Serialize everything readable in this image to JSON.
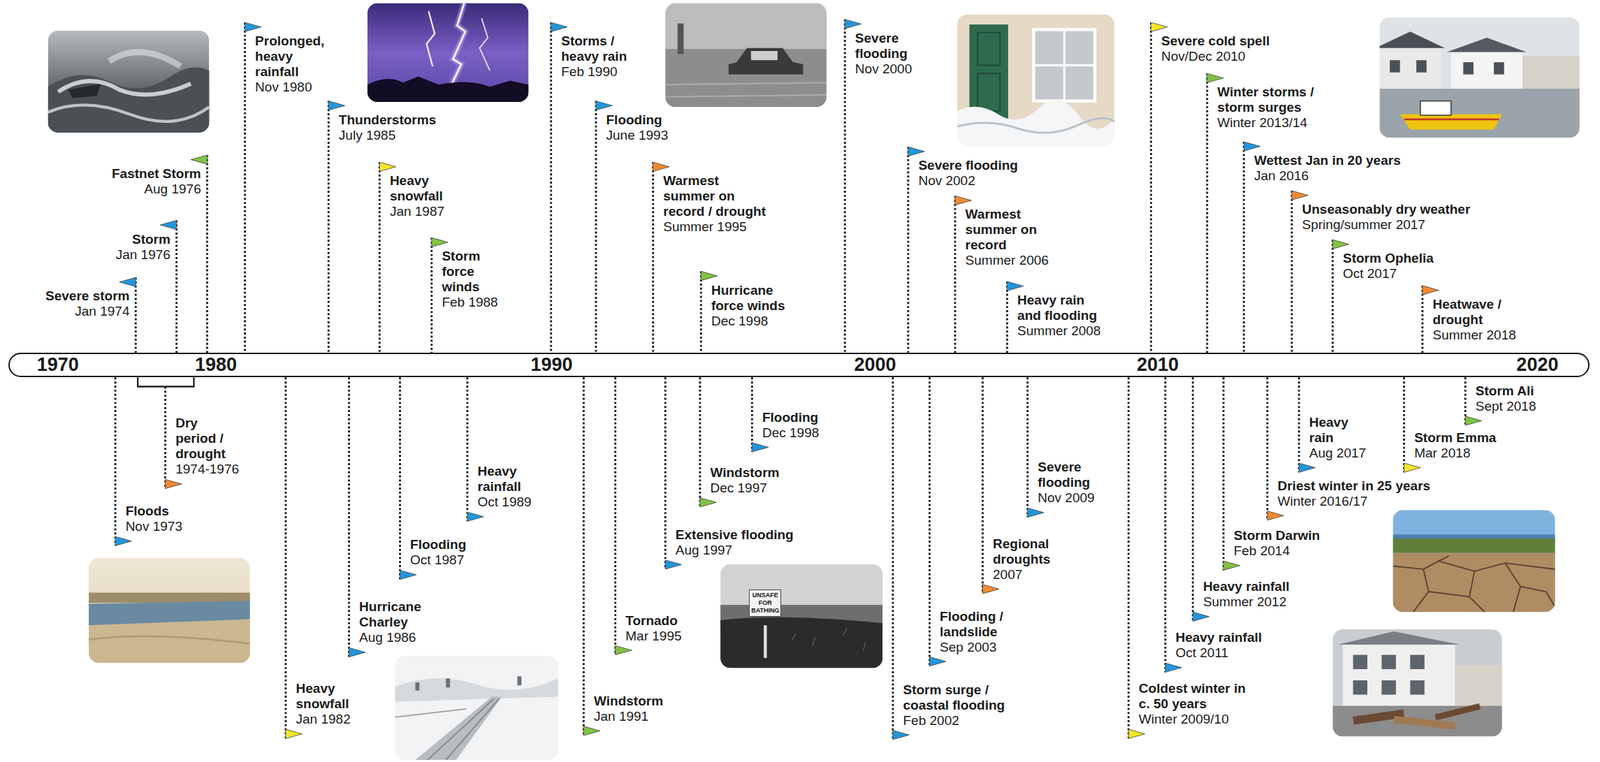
{
  "diagram": {
    "nodes": [
      {
        "text": [
          "1970",
          "1980",
          "1990",
          "2000",
          "2010",
          "2020"
        ]
      }
    ],
    "labels": [
      "Severe storm",
      "Jan 1974",
      "Storm",
      "Jan 1976",
      "Fastnet Storm",
      "Aug 1976",
      "Prolonged, heavy rainfall",
      "Nov 1980",
      "Thunderstorms",
      "July 1985",
      "Heavy snowfall",
      "Jan 1987",
      "Storm force winds",
      "Feb 1988",
      "Storms / heavy rain",
      "Feb 1990",
      "Flooding",
      "June 1993",
      "Warmest summer on record / drought",
      "Summer 1995",
      "Hurricane force winds",
      "Dec 1998",
      "Severe flooding",
      "Nov 2000",
      "Severe flooding",
      "Nov 2002",
      "Warmest summer on record",
      "Summer 2006",
      "Heavy rain and flooding",
      "Summer 2008",
      "Severe cold spell",
      "Nov/Dec 2010",
      "Winter storms / storm surges",
      "Winter 2013/14",
      "Wettest Jan in 20 years",
      "Jan 2016",
      "Unseasonably dry weather",
      "Spring/summer 2017",
      "Storm Ophelia",
      "Oct 2017",
      "Heatwave / drought",
      "Summer 2018",
      "Floods",
      "Nov 1973",
      "Dry period / drought",
      "1974-1976",
      "Heavy snowfall",
      "Jan 1982",
      "Hurricane Charley",
      "Aug 1986",
      "Flooding",
      "Oct 1987",
      "Heavy rainfall",
      "Oct 1989",
      "Windstorm",
      "Jan 1991",
      "Tornado",
      "Mar 1995",
      "Extensive flooding",
      "Aug 1997",
      "Windstorm",
      "Dec 1997",
      "Flooding",
      "Dec 1998",
      "Storm surge / coastal flooding",
      "Feb 2002",
      "Flooding / landslide",
      "Sep 2003",
      "Regional droughts",
      "2007",
      "Severe flooding",
      "Nov 2009",
      "Coldest winter in c. 50 years",
      "Winter 2009/10",
      "Heavy rainfall",
      "Oct 2011",
      "Heavy rainfall",
      "Summer 2012",
      "Storm Darwin",
      "Feb 2014",
      "Driest winter in 25 years",
      "Winter 2016/17",
      "Heavy rain",
      "Aug 2017",
      "Storm Emma",
      "Mar 2018",
      "Storm Ali",
      "Sept 2018",
      "UNSAFE FOR BATHING"
    ]
  }
}
